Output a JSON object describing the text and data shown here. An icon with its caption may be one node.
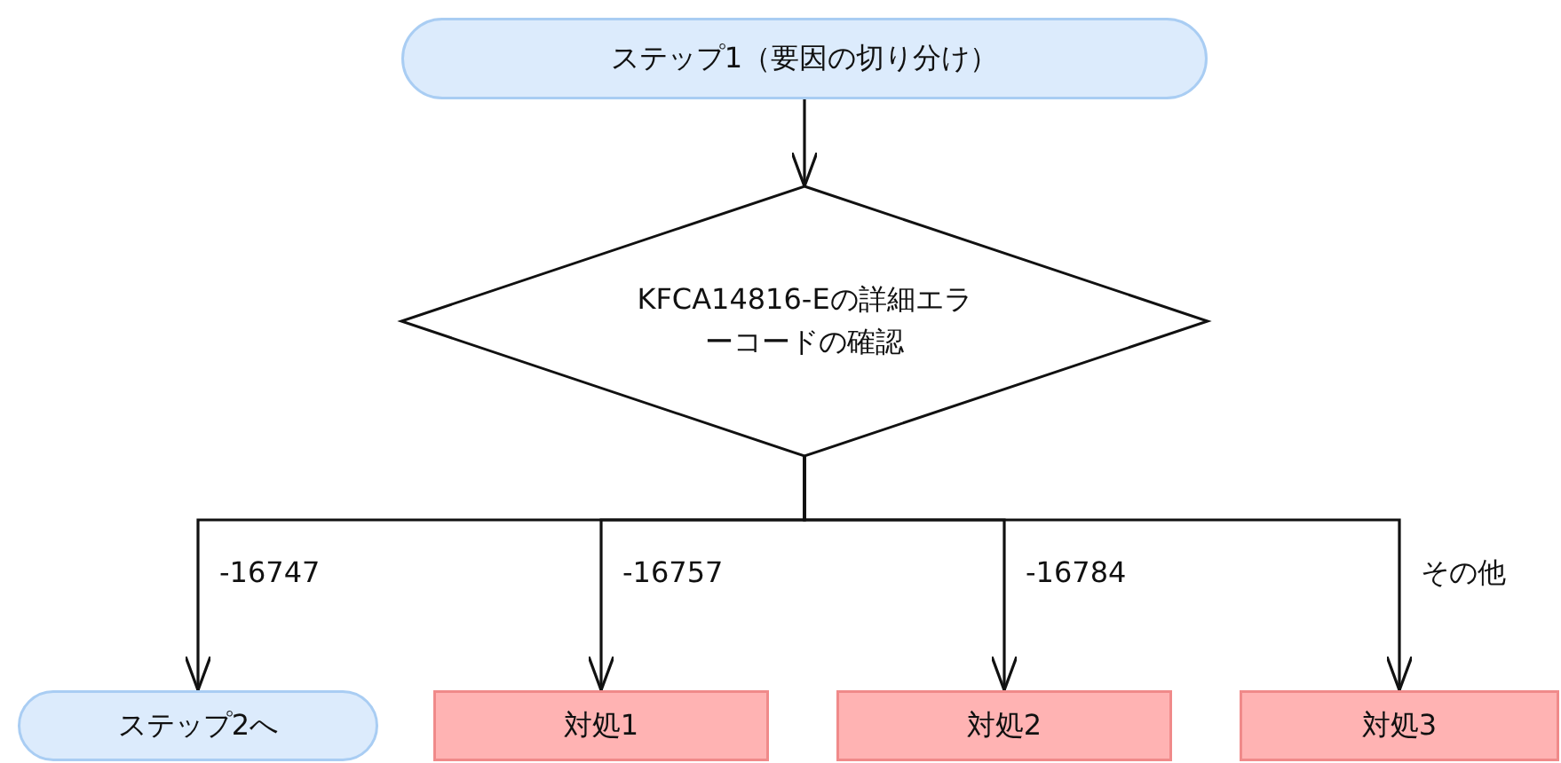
{
  "diagram": {
    "nodes": [
      {
        "text": [
          "ステップ1（要因の切り分け）"
        ]
      },
      {
        "text": [
          "KFCA14816-Eの詳細エラーコードの確認"
        ]
      },
      {
        "text": [
          "ステップ2へ"
        ]
      },
      {
        "text": [
          "対処1"
        ]
      },
      {
        "text": [
          "対処2"
        ]
      },
      {
        "text": [
          "対処3"
        ]
      }
    ],
    "edges": [
      {
        "from": 0,
        "to": 1,
        "arrow": "to"
      },
      {
        "from": 1,
        "to": 2,
        "arrow": "to",
        "label": "-16747"
      },
      {
        "from": 1,
        "to": 3,
        "arrow": "to",
        "label": "-16757"
      },
      {
        "from": 1,
        "to": 4,
        "arrow": "to",
        "label": "-16784"
      },
      {
        "from": 1,
        "to": 5,
        "arrow": "to",
        "label": "その他"
      }
    ]
  }
}
